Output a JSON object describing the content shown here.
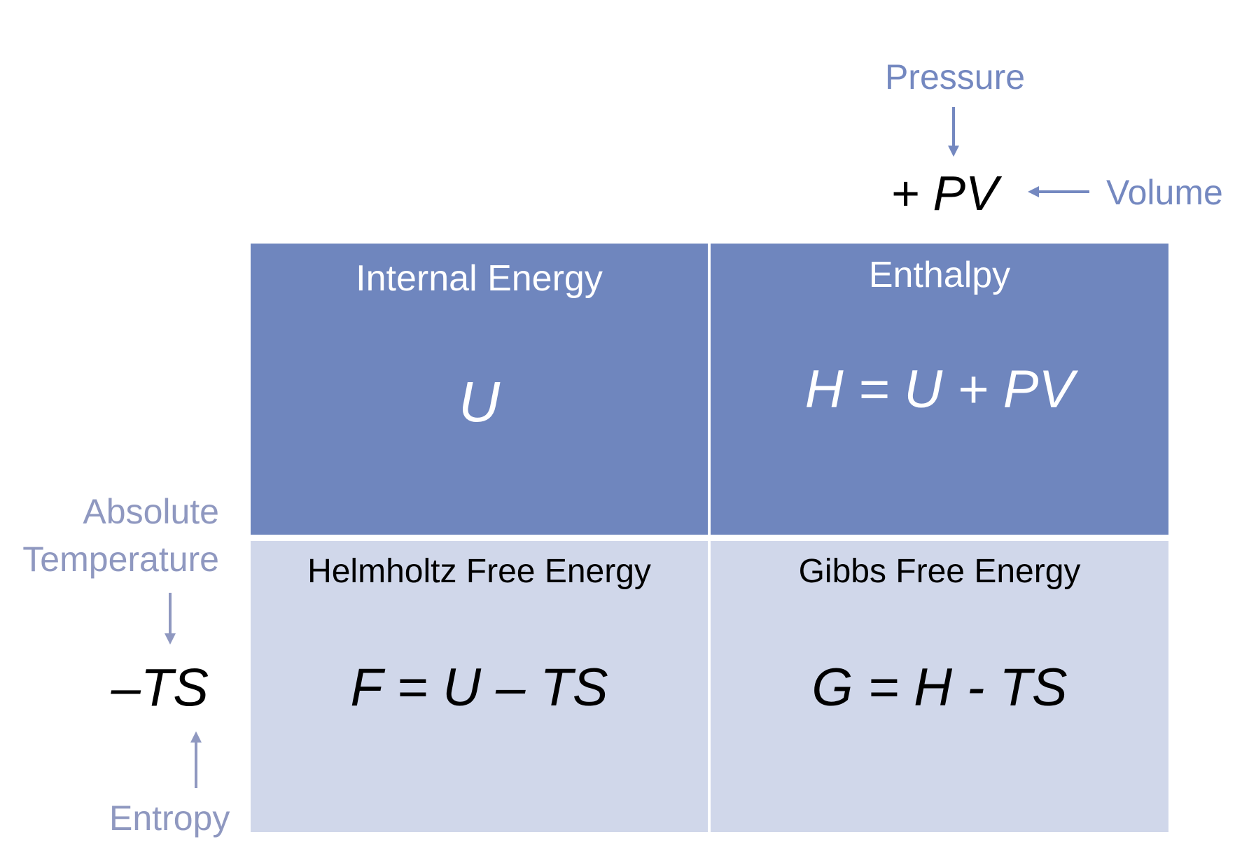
{
  "colors": {
    "top_cells": "#6f86be",
    "bottom_cells": "#d0d7ea",
    "label_blue": "#7488c0",
    "label_grey": "#8f98c0"
  },
  "top_labels": {
    "pressure": "Pressure",
    "pv_term": "+ PV",
    "volume": "Volume"
  },
  "left_labels": {
    "absolute": "Absolute",
    "temperature": "Temperature",
    "ts_term": "–TS",
    "entropy": "Entropy"
  },
  "cells": [
    {
      "title": "Internal Energy",
      "equation": "U"
    },
    {
      "title": "Enthalpy",
      "equation": "H = U + PV"
    },
    {
      "title": "Helmholtz Free Energy",
      "equation": "F = U – TS"
    },
    {
      "title": "Gibbs Free Energy",
      "equation": "G = H - TS"
    }
  ]
}
